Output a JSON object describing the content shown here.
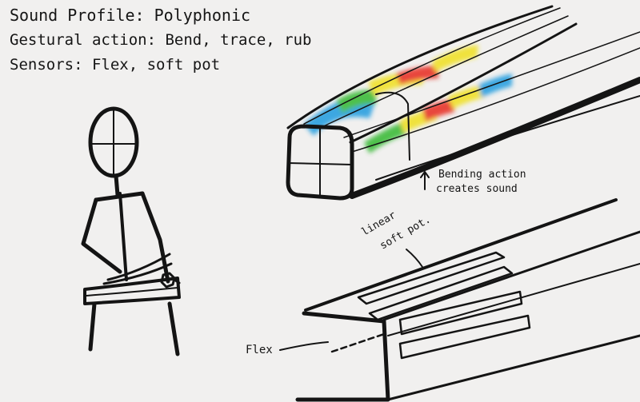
{
  "header": {
    "sound_profile": "Sound Profile: Polyphonic",
    "gestural_action": "Gestural action: Bend, trace, rub",
    "sensors": "Sensors: Flex, soft pot"
  },
  "annotations": {
    "bending": [
      "Bending action",
      "creates sound"
    ],
    "linear_soft_pot": [
      "linear",
      "soft pot."
    ],
    "flex": "Flex"
  },
  "colors": {
    "ink": "#141414",
    "paper": "#f1f0ef",
    "watercolor_blue": "#2aa0e0",
    "watercolor_green": "#3dbb3a",
    "watercolor_yellow": "#f0e12a",
    "watercolor_orange": "#f0871f",
    "watercolor_red": "#e8362a"
  }
}
